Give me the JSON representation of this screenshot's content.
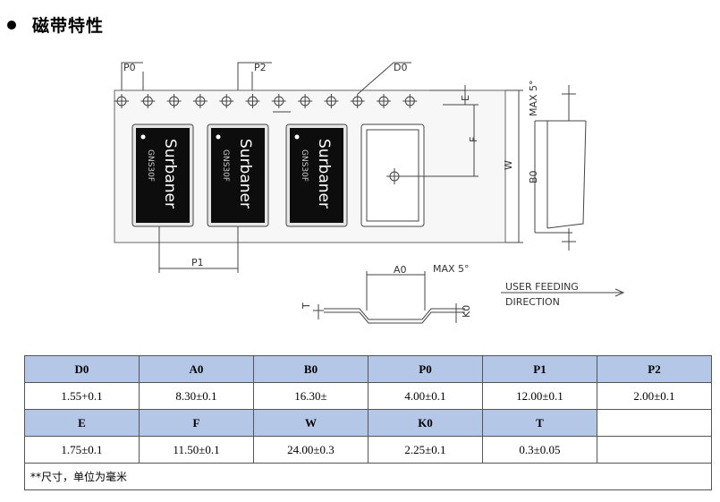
{
  "section": {
    "title": "磁带特性"
  },
  "drawing": {
    "labels": {
      "p0": "P0",
      "p2": "P2",
      "d0": "D0",
      "p1": "P1",
      "e": "E",
      "f": "F",
      "w": "W",
      "b0": "B0",
      "max5_top": "MAX 5°",
      "a0": "A0",
      "max5_bottom": "MAX 5°",
      "k0": "K0",
      "t": "T",
      "feed_line1": "USER FEEDING",
      "feed_line2": "DIRECTION"
    },
    "component": {
      "brand": "Surbaner",
      "part": "GNS30F"
    }
  },
  "table": {
    "row1_headers": [
      "D0",
      "A0",
      "B0",
      "P0",
      "P1",
      "P2"
    ],
    "row1_values": [
      "1.55+0.1",
      "8.30±0.1",
      "16.30±",
      "4.00±0.1",
      "12.00±0.1",
      "2.00±0.1"
    ],
    "row2_headers": [
      "E",
      "F",
      "W",
      "K0",
      "T",
      ""
    ],
    "row2_values": [
      "1.75±0.1",
      "11.50±0.1",
      "24.00±0.3",
      "2.25±0.1",
      "0.3±0.05",
      ""
    ],
    "note": "**尺寸，单位为毫米"
  }
}
